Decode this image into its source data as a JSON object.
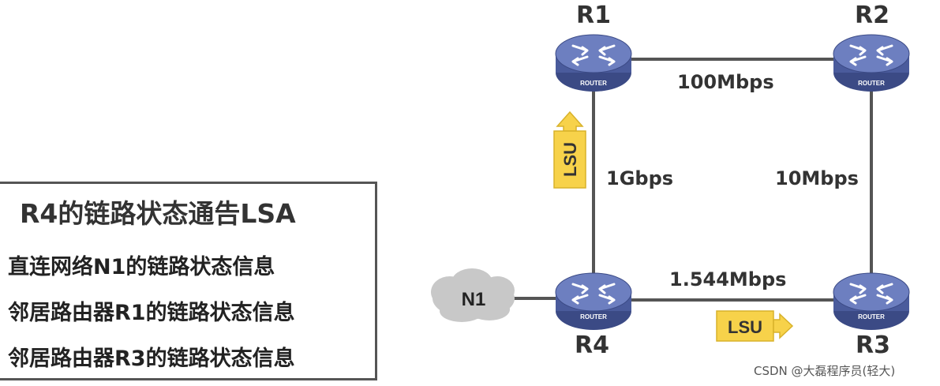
{
  "lsa_panel": {
    "title": "R4的链路状态通告LSA",
    "items": [
      "直连网络N1的链路状态信息",
      "邻居路由器R1的链路状态信息",
      "邻居路由器R3的链路状态信息"
    ]
  },
  "routers": {
    "r1": {
      "name": "R1",
      "badge": "ROUTER"
    },
    "r2": {
      "name": "R2",
      "badge": "ROUTER"
    },
    "r3": {
      "name": "R3",
      "badge": "ROUTER"
    },
    "r4": {
      "name": "R4",
      "badge": "ROUTER"
    }
  },
  "network": {
    "label": "N1"
  },
  "links": {
    "r1_r2": "100Mbps",
    "r1_r4": "1Gbps",
    "r2_r3": "10Mbps",
    "r4_r3": "1.544Mbps"
  },
  "lsu": {
    "vertical": "LSU",
    "horizontal": "LSU"
  },
  "watermark": "CSDN @大磊程序员(轻大)",
  "colors": {
    "router_fill": "#4a5b9c",
    "router_top": "#6d7fc0",
    "link": "#555555",
    "lsu_fill": "#f7d24a",
    "lsu_border": "#d8b22a",
    "cloud": "#c8c8c8"
  }
}
